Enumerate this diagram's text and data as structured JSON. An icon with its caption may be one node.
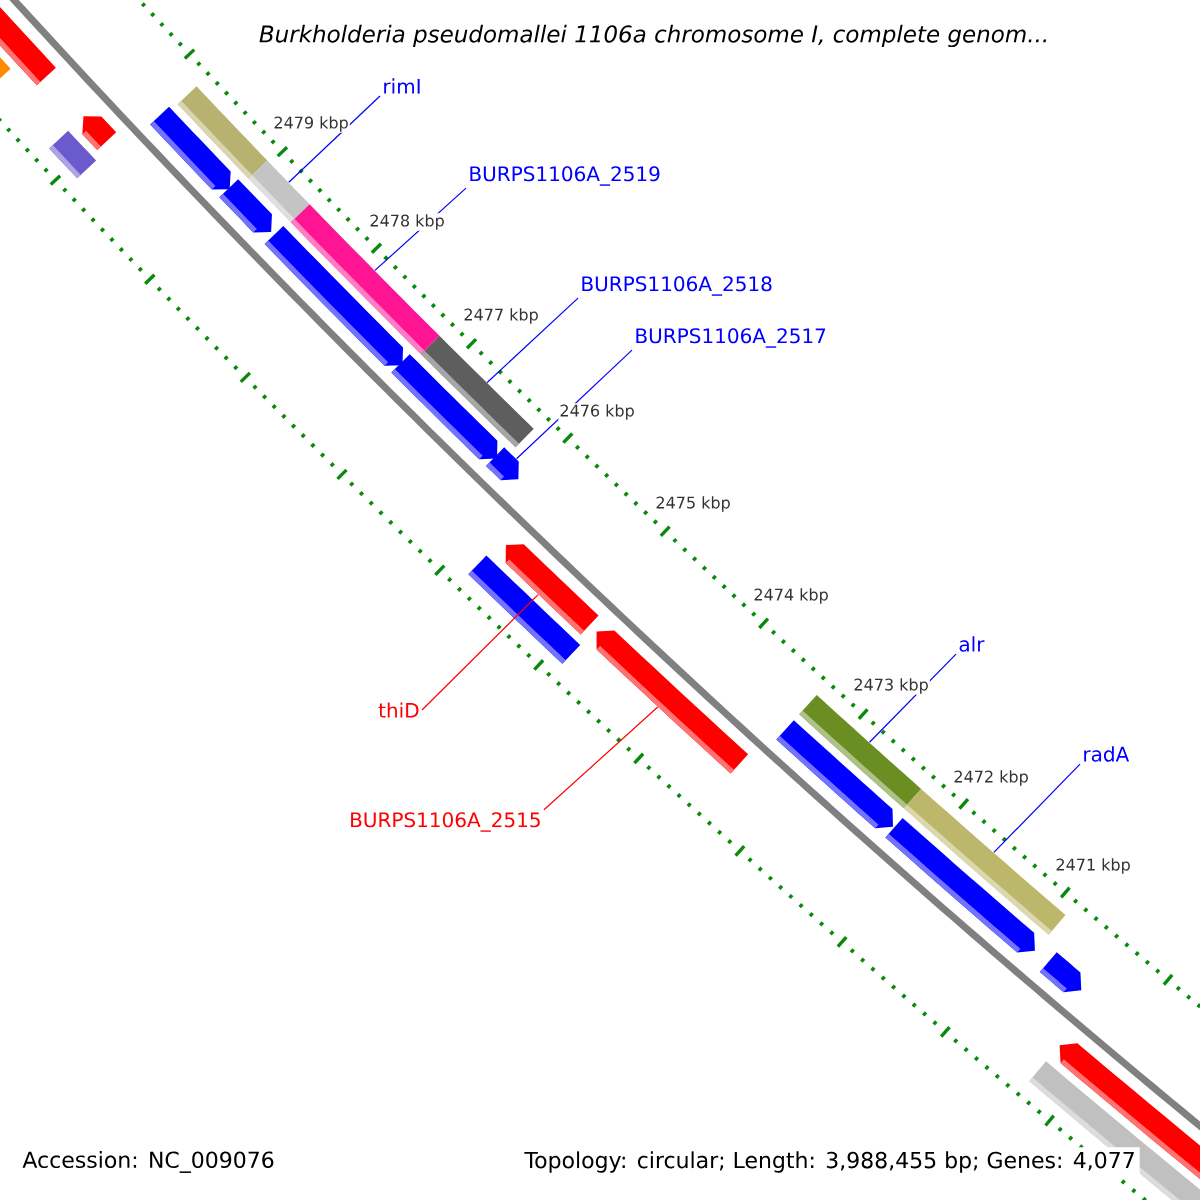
{
  "diagram": {
    "title": "Burkholderia pseudomallei 1106a chromosome I, complete genom...",
    "nodes": [
      {
        "text": [
          "rimI"
        ]
      },
      {
        "text": [],
        "shape": "bar"
      },
      {
        "text": [
          "BURPS1106A_2519"
        ]
      },
      {
        "text": [],
        "shape": "bar"
      },
      {
        "text": [
          "BURPS1106A_2518"
        ]
      },
      {
        "text": [],
        "shape": "bar"
      },
      {
        "text": [
          "BURPS1106A_2517"
        ]
      },
      {
        "text": [],
        "shape": "bar"
      },
      {
        "text": [
          "alr"
        ]
      },
      {
        "text": [],
        "shape": "bar"
      },
      {
        "text": [
          "thiD"
        ]
      },
      {
        "text": [],
        "shape": "bar"
      },
      {
        "text": [
          "radA"
        ]
      },
      {
        "text": [],
        "shape": "bar"
      },
      {
        "text": [
          "BURPS1106A_2515"
        ]
      },
      {
        "text": [],
        "shape": "bar"
      }
    ],
    "edges": [
      {
        "from": 0,
        "to": 1,
        "arrow": "none"
      },
      {
        "from": 2,
        "to": 3,
        "arrow": "none"
      },
      {
        "from": 4,
        "to": 5,
        "arrow": "none"
      },
      {
        "from": 6,
        "to": 7,
        "arrow": "none"
      },
      {
        "from": 8,
        "to": 9,
        "arrow": "none"
      },
      {
        "from": 10,
        "to": 11,
        "arrow": "none",
        "color": "#ff0000"
      },
      {
        "from": 12,
        "to": 13,
        "arrow": "none"
      },
      {
        "from": 14,
        "to": 15,
        "arrow": "none",
        "color": "#ff0000"
      }
    ],
    "labels": [
      "2479 kbp",
      "2478 kbp",
      "2477 kbp",
      "2476 kbp",
      "2475 kbp",
      "2474 kbp",
      "2473 kbp",
      "2472 kbp",
      "2471 kbp",
      "Accession: NC_009076",
      "Topology: circular; Length: 3,988,455 bp; Genes: 4,077"
    ]
  }
}
